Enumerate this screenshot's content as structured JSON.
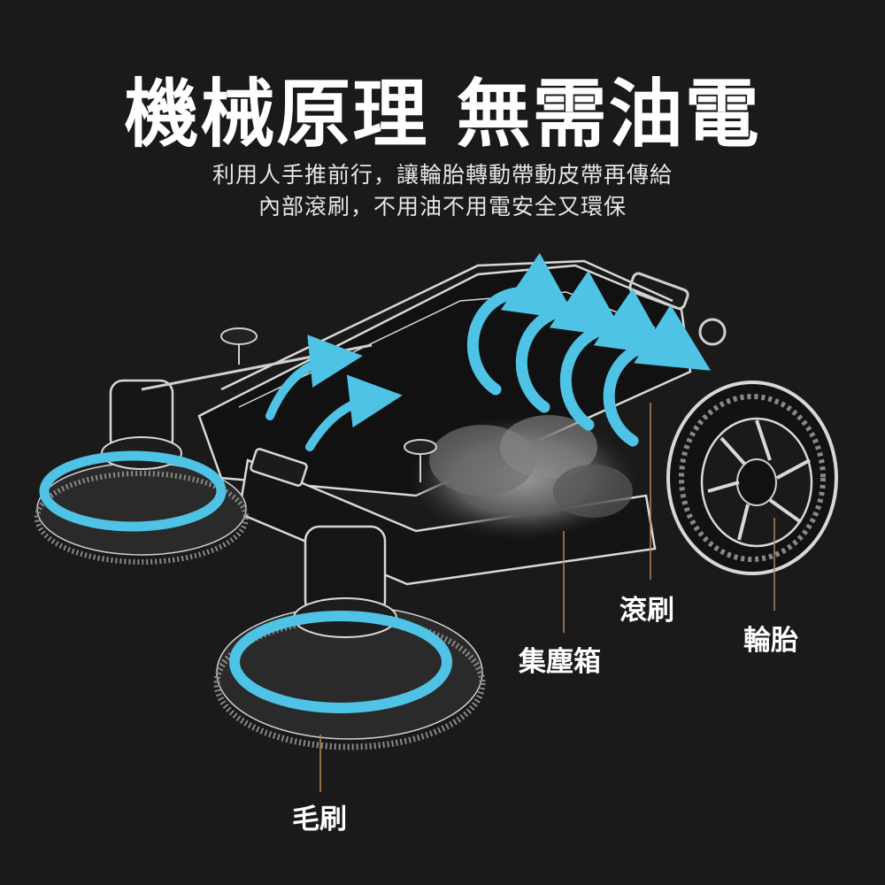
{
  "headline": "機械原理  無需油電",
  "description": {
    "line1": "利用人手推前行，讓輪胎轉動帶動皮帶再傳給",
    "line2": "內部滾刷，不用油不用電安全又環保"
  },
  "callouts": {
    "roller_brush": "滾刷",
    "tire": "輪胎",
    "dust_bin": "集塵箱",
    "side_brush": "毛刷"
  },
  "colors": {
    "background": "#1a1a1a",
    "accent_arrow": "#4fc3e6",
    "leader_line": "#b5875a"
  },
  "icons": {
    "flow_arrow": "curved-arrow-icon",
    "rotation_arrow": "circular-arrow-icon"
  }
}
